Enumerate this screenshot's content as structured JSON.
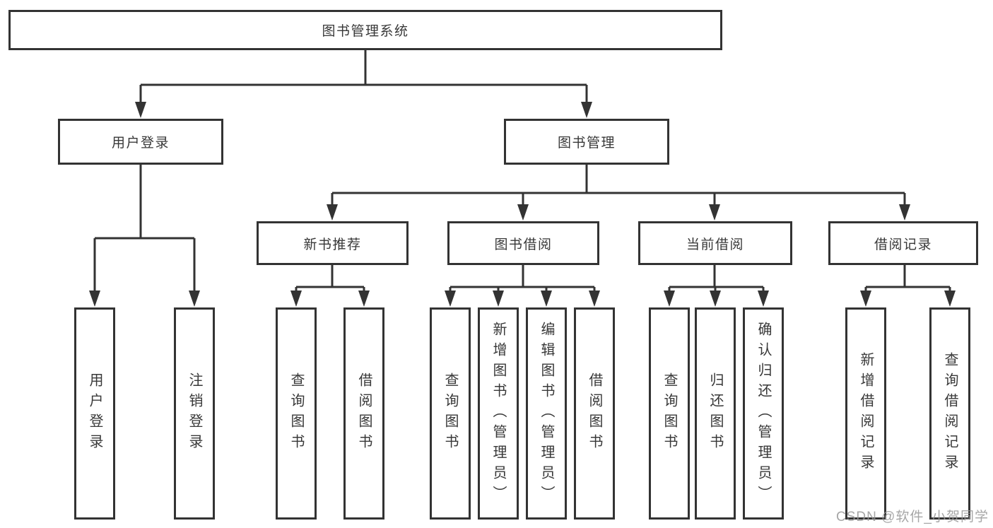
{
  "watermark": "CSDN @软件_小贺同学",
  "colors": {
    "line": "#333333",
    "box_border": "#333333",
    "text": "#383838",
    "watermark": "#969696",
    "background": "#ffffff"
  },
  "tree": {
    "label": "图书管理系统",
    "children": [
      {
        "label": "用户登录",
        "children": [
          {
            "label": "用户登录"
          },
          {
            "label": "注销登录"
          }
        ]
      },
      {
        "label": "图书管理",
        "children": [
          {
            "label": "新书推荐",
            "children": [
              {
                "label": "查询图书"
              },
              {
                "label": "借阅图书"
              }
            ]
          },
          {
            "label": "图书借阅",
            "children": [
              {
                "label": "查询图书"
              },
              {
                "label": "新增图书（管理员）"
              },
              {
                "label": "编辑图书（管理员）"
              },
              {
                "label": "借阅图书"
              }
            ]
          },
          {
            "label": "当前借阅",
            "children": [
              {
                "label": "查询图书"
              },
              {
                "label": "归还图书"
              },
              {
                "label": "确认归还（管理员）"
              }
            ]
          },
          {
            "label": "借阅记录",
            "children": [
              {
                "label": "新增借阅记录"
              },
              {
                "label": "查询借阅记录"
              }
            ]
          }
        ]
      }
    ]
  }
}
